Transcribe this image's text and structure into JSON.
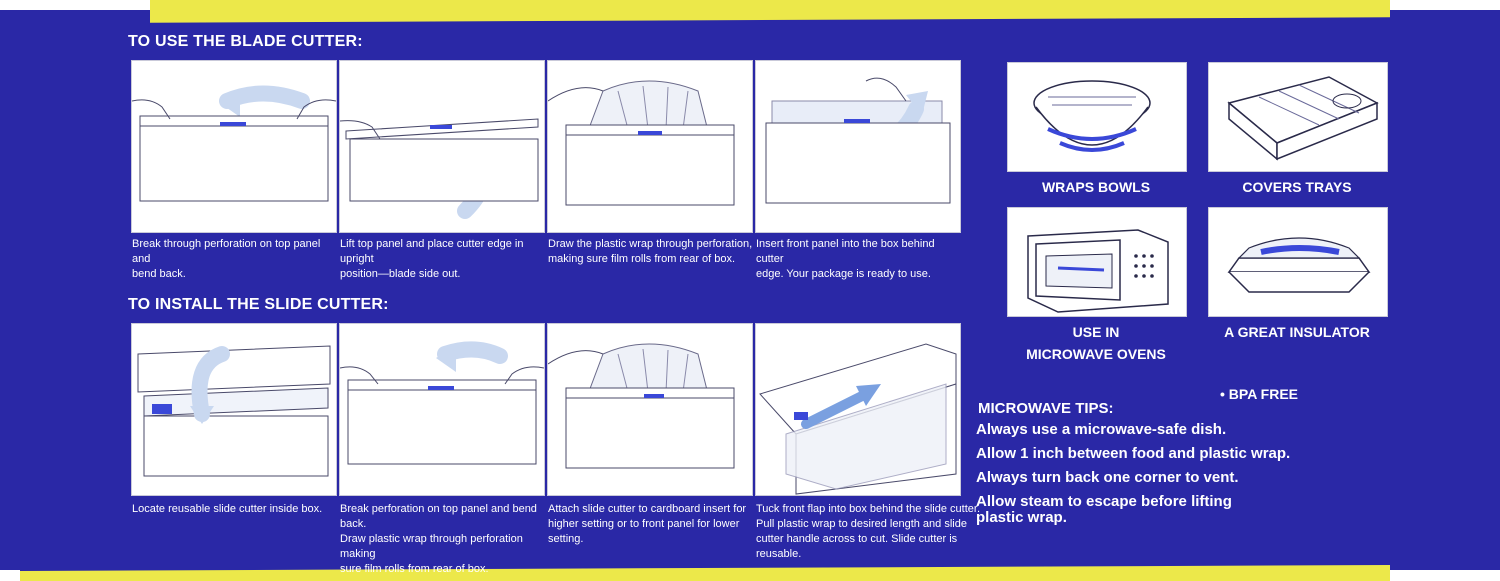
{
  "blade_section": {
    "heading": "TO USE THE BLADE CUTTER:",
    "steps": [
      {
        "lines": [
          "Break through perforation on top panel and",
          "bend back."
        ]
      },
      {
        "lines": [
          "Lift top panel and place cutter edge in upright",
          "position—blade side out."
        ]
      },
      {
        "lines": [
          "Draw the plastic wrap through perforation,",
          "making sure film rolls from rear of box."
        ]
      },
      {
        "lines": [
          "Insert front panel into the box behind cutter",
          "edge. Your package is ready to use."
        ]
      }
    ]
  },
  "slide_section": {
    "heading": "TO INSTALL THE SLIDE CUTTER:",
    "steps": [
      {
        "lines": [
          "Locate reusable slide cutter inside box."
        ]
      },
      {
        "lines": [
          "Break perforation on top panel and bend back.",
          "Draw plastic wrap through perforation making",
          "sure film rolls from rear of box."
        ]
      },
      {
        "lines": [
          "Attach slide cutter to cardboard insert for",
          "higher setting or to front panel for lower",
          "setting."
        ]
      },
      {
        "lines": [
          "Tuck front flap into box behind the slide cutter.",
          "Pull plastic wrap to desired length and slide",
          "cutter handle across to cut. Slide cutter is reusable."
        ]
      }
    ]
  },
  "uses": [
    {
      "label_lines": [
        "WRAPS BOWLS"
      ],
      "icon": "bowl-icon"
    },
    {
      "label_lines": [
        "COVERS TRAYS"
      ],
      "icon": "tray-icon"
    },
    {
      "label_lines": [
        "USE IN",
        "MICROWAVE OVENS"
      ],
      "icon": "microwave-icon"
    },
    {
      "label_lines": [
        "A GREAT INSULATOR"
      ],
      "icon": "covered-dish-icon"
    }
  ],
  "bpa": "• BPA FREE",
  "tips": {
    "title": "MICROWAVE TIPS:",
    "items": [
      {
        "lines": [
          "Always use a microwave-safe dish."
        ]
      },
      {
        "lines": [
          "Allow 1 inch between food and plastic wrap."
        ]
      },
      {
        "lines": [
          "Always turn back one corner to vent."
        ]
      },
      {
        "lines": [
          "Allow steam to escape before lifting",
          "plastic wrap."
        ]
      }
    ]
  },
  "colors": {
    "panel_blue": "#2a28a6",
    "band_yellow": "#ece84a",
    "arrow_blue": "#c9d8f0",
    "accent_blue": "#3a48d8"
  }
}
